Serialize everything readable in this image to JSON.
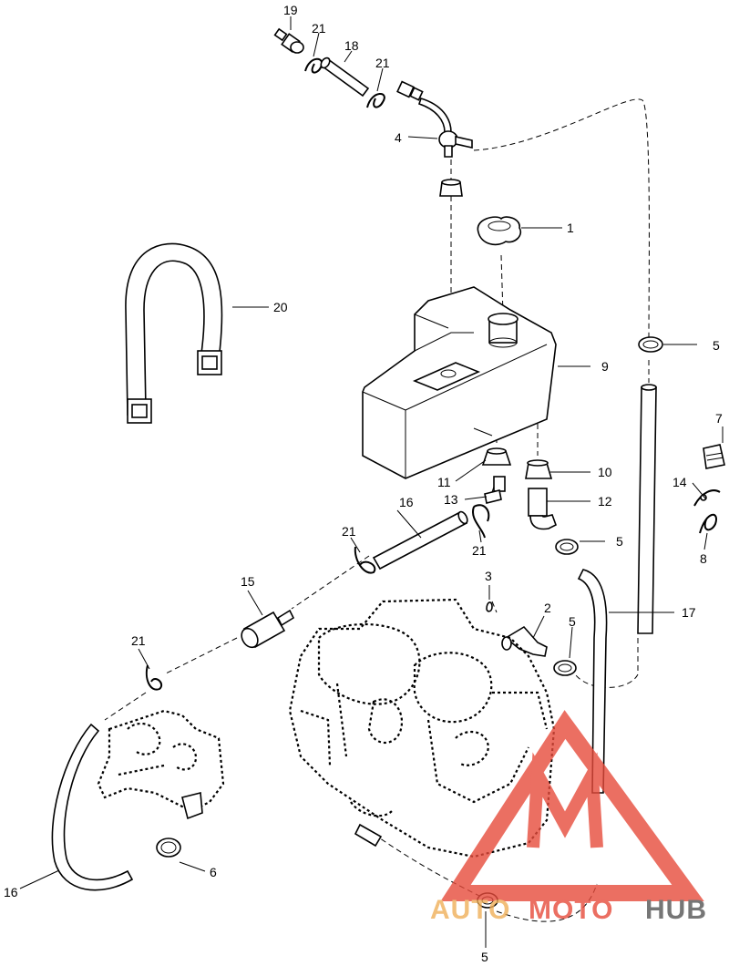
{
  "callouts": {
    "c1": "1",
    "c2": "2",
    "c3": "3",
    "c4": "4",
    "c5a": "5",
    "c5b": "5",
    "c5c": "5",
    "c5d": "5",
    "c6": "6",
    "c7": "7",
    "c8": "8",
    "c9": "9",
    "c10": "10",
    "c11": "11",
    "c12": "12",
    "c13": "13",
    "c14": "14",
    "c15": "15",
    "c16a": "16",
    "c16b": "16",
    "c17": "17",
    "c18": "18",
    "c19": "19",
    "c20": "20",
    "c21a": "21",
    "c21b": "21",
    "c21c": "21",
    "c21d": "21",
    "c21e": "21"
  },
  "watermark": {
    "part1": "AUTO",
    "part2": "MOTO",
    "part3": "HUB",
    "color_red": "#e74c3c",
    "color_orange": "#f0b05a",
    "color_dark": "#555555"
  }
}
